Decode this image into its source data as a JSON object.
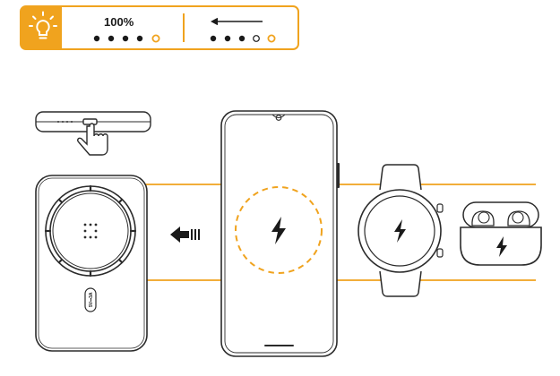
{
  "colors": {
    "accent": "#f0a31e",
    "line": "#2b2b2b",
    "fill": "#ffffff"
  },
  "indicator_panel": {
    "icon": "lightbulb-icon",
    "full_charge": {
      "percent_label": "100%",
      "dots": [
        "filled",
        "filled",
        "filled",
        "filled",
        "orange-ring"
      ]
    },
    "charging_direction": {
      "arrow": "left-arrow",
      "dots": [
        "filled",
        "filled",
        "filled",
        "hollow",
        "orange-ring"
      ]
    }
  },
  "power_bank": {
    "top_view_icons": [
      "led-dots",
      "button",
      "finger-press"
    ],
    "bottom_label": "5V⎓3A"
  },
  "transfer_arrow": "left-arrow-icon",
  "devices": [
    {
      "name": "smartphone",
      "icon": "lightning-icon"
    },
    {
      "name": "smartwatch",
      "icon": "lightning-icon"
    },
    {
      "name": "earbuds-case",
      "icon": "lightning-icon"
    }
  ]
}
